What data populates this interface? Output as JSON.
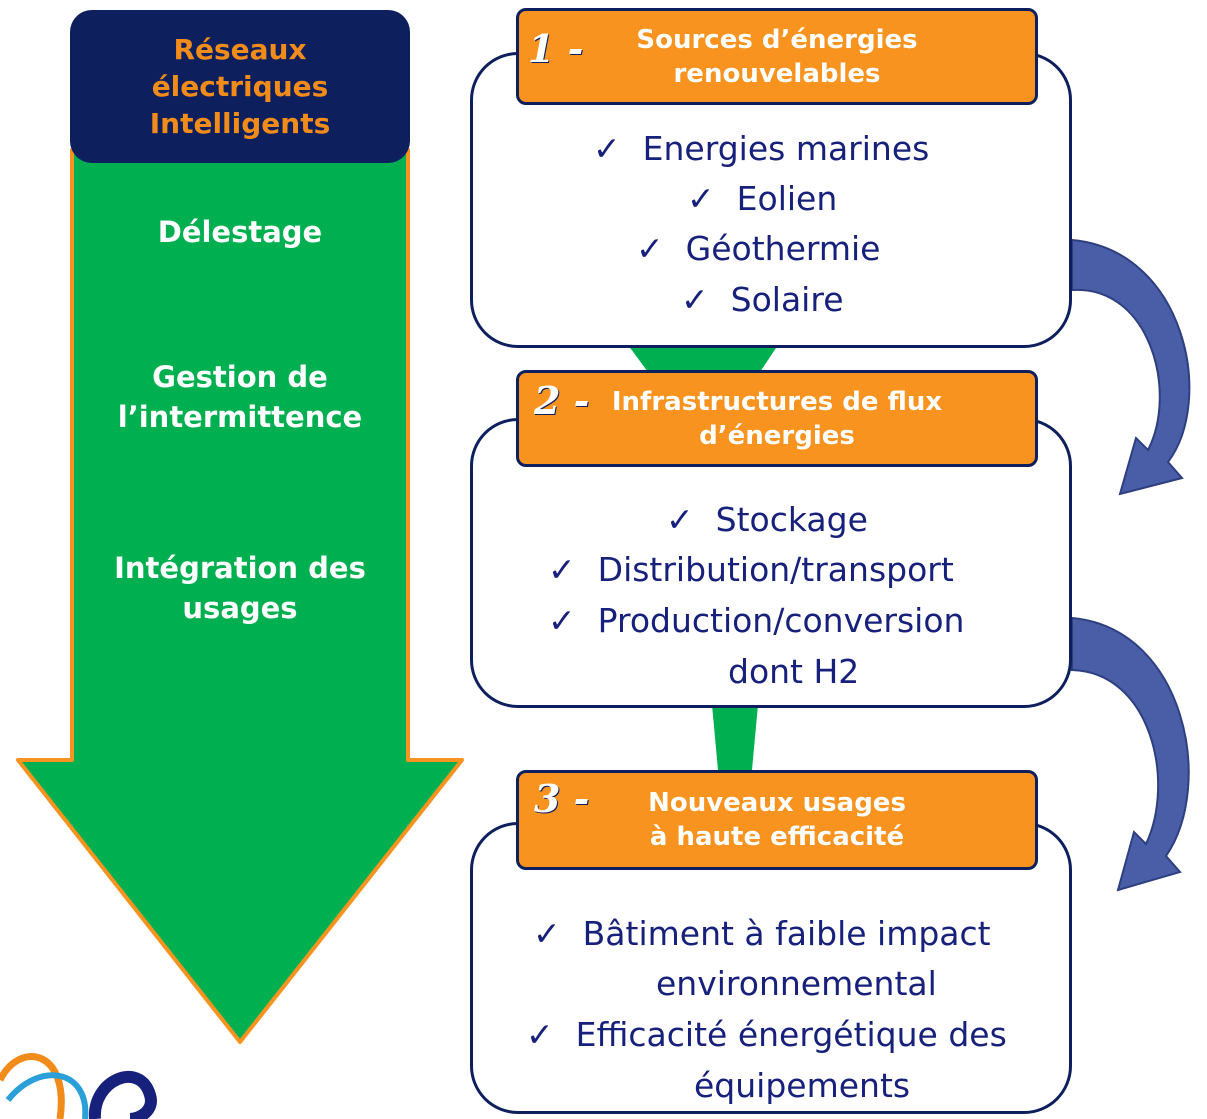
{
  "left_column": {
    "header": [
      "Réseaux",
      "électriques",
      "Intelligents"
    ],
    "labels": [
      [
        "Délestage"
      ],
      [
        "Gestion de",
        "l’intermittence"
      ],
      [
        "Intégration des",
        "usages"
      ]
    ]
  },
  "panels": [
    {
      "number": "1 -",
      "title": [
        "Sources d’énergies",
        "renouvelables"
      ],
      "items": [
        "Energies marines",
        "Eolien",
        "Géothermie",
        "Solaire"
      ]
    },
    {
      "number": "2 -",
      "title": [
        "Infrastructures de flux",
        "d’énergies"
      ],
      "items": [
        "Stockage",
        "Distribution/transport",
        "Production/conversion"
      ],
      "continuation": "dont H2"
    },
    {
      "number": "3 -",
      "title": [
        "Nouveaux usages",
        "à haute efficacité"
      ],
      "items": [
        "Bâtiment à faible impact",
        "Efficacité énergétique des"
      ],
      "continuations": [
        "environnemental",
        "équipements"
      ]
    }
  ],
  "check_symbol": "✓",
  "colors": {
    "navy": "#0d1f5c",
    "orange": "#f7931e",
    "green": "#00b050",
    "text_blue": "#17207a",
    "arrow_blue": "#4a5ea8"
  }
}
